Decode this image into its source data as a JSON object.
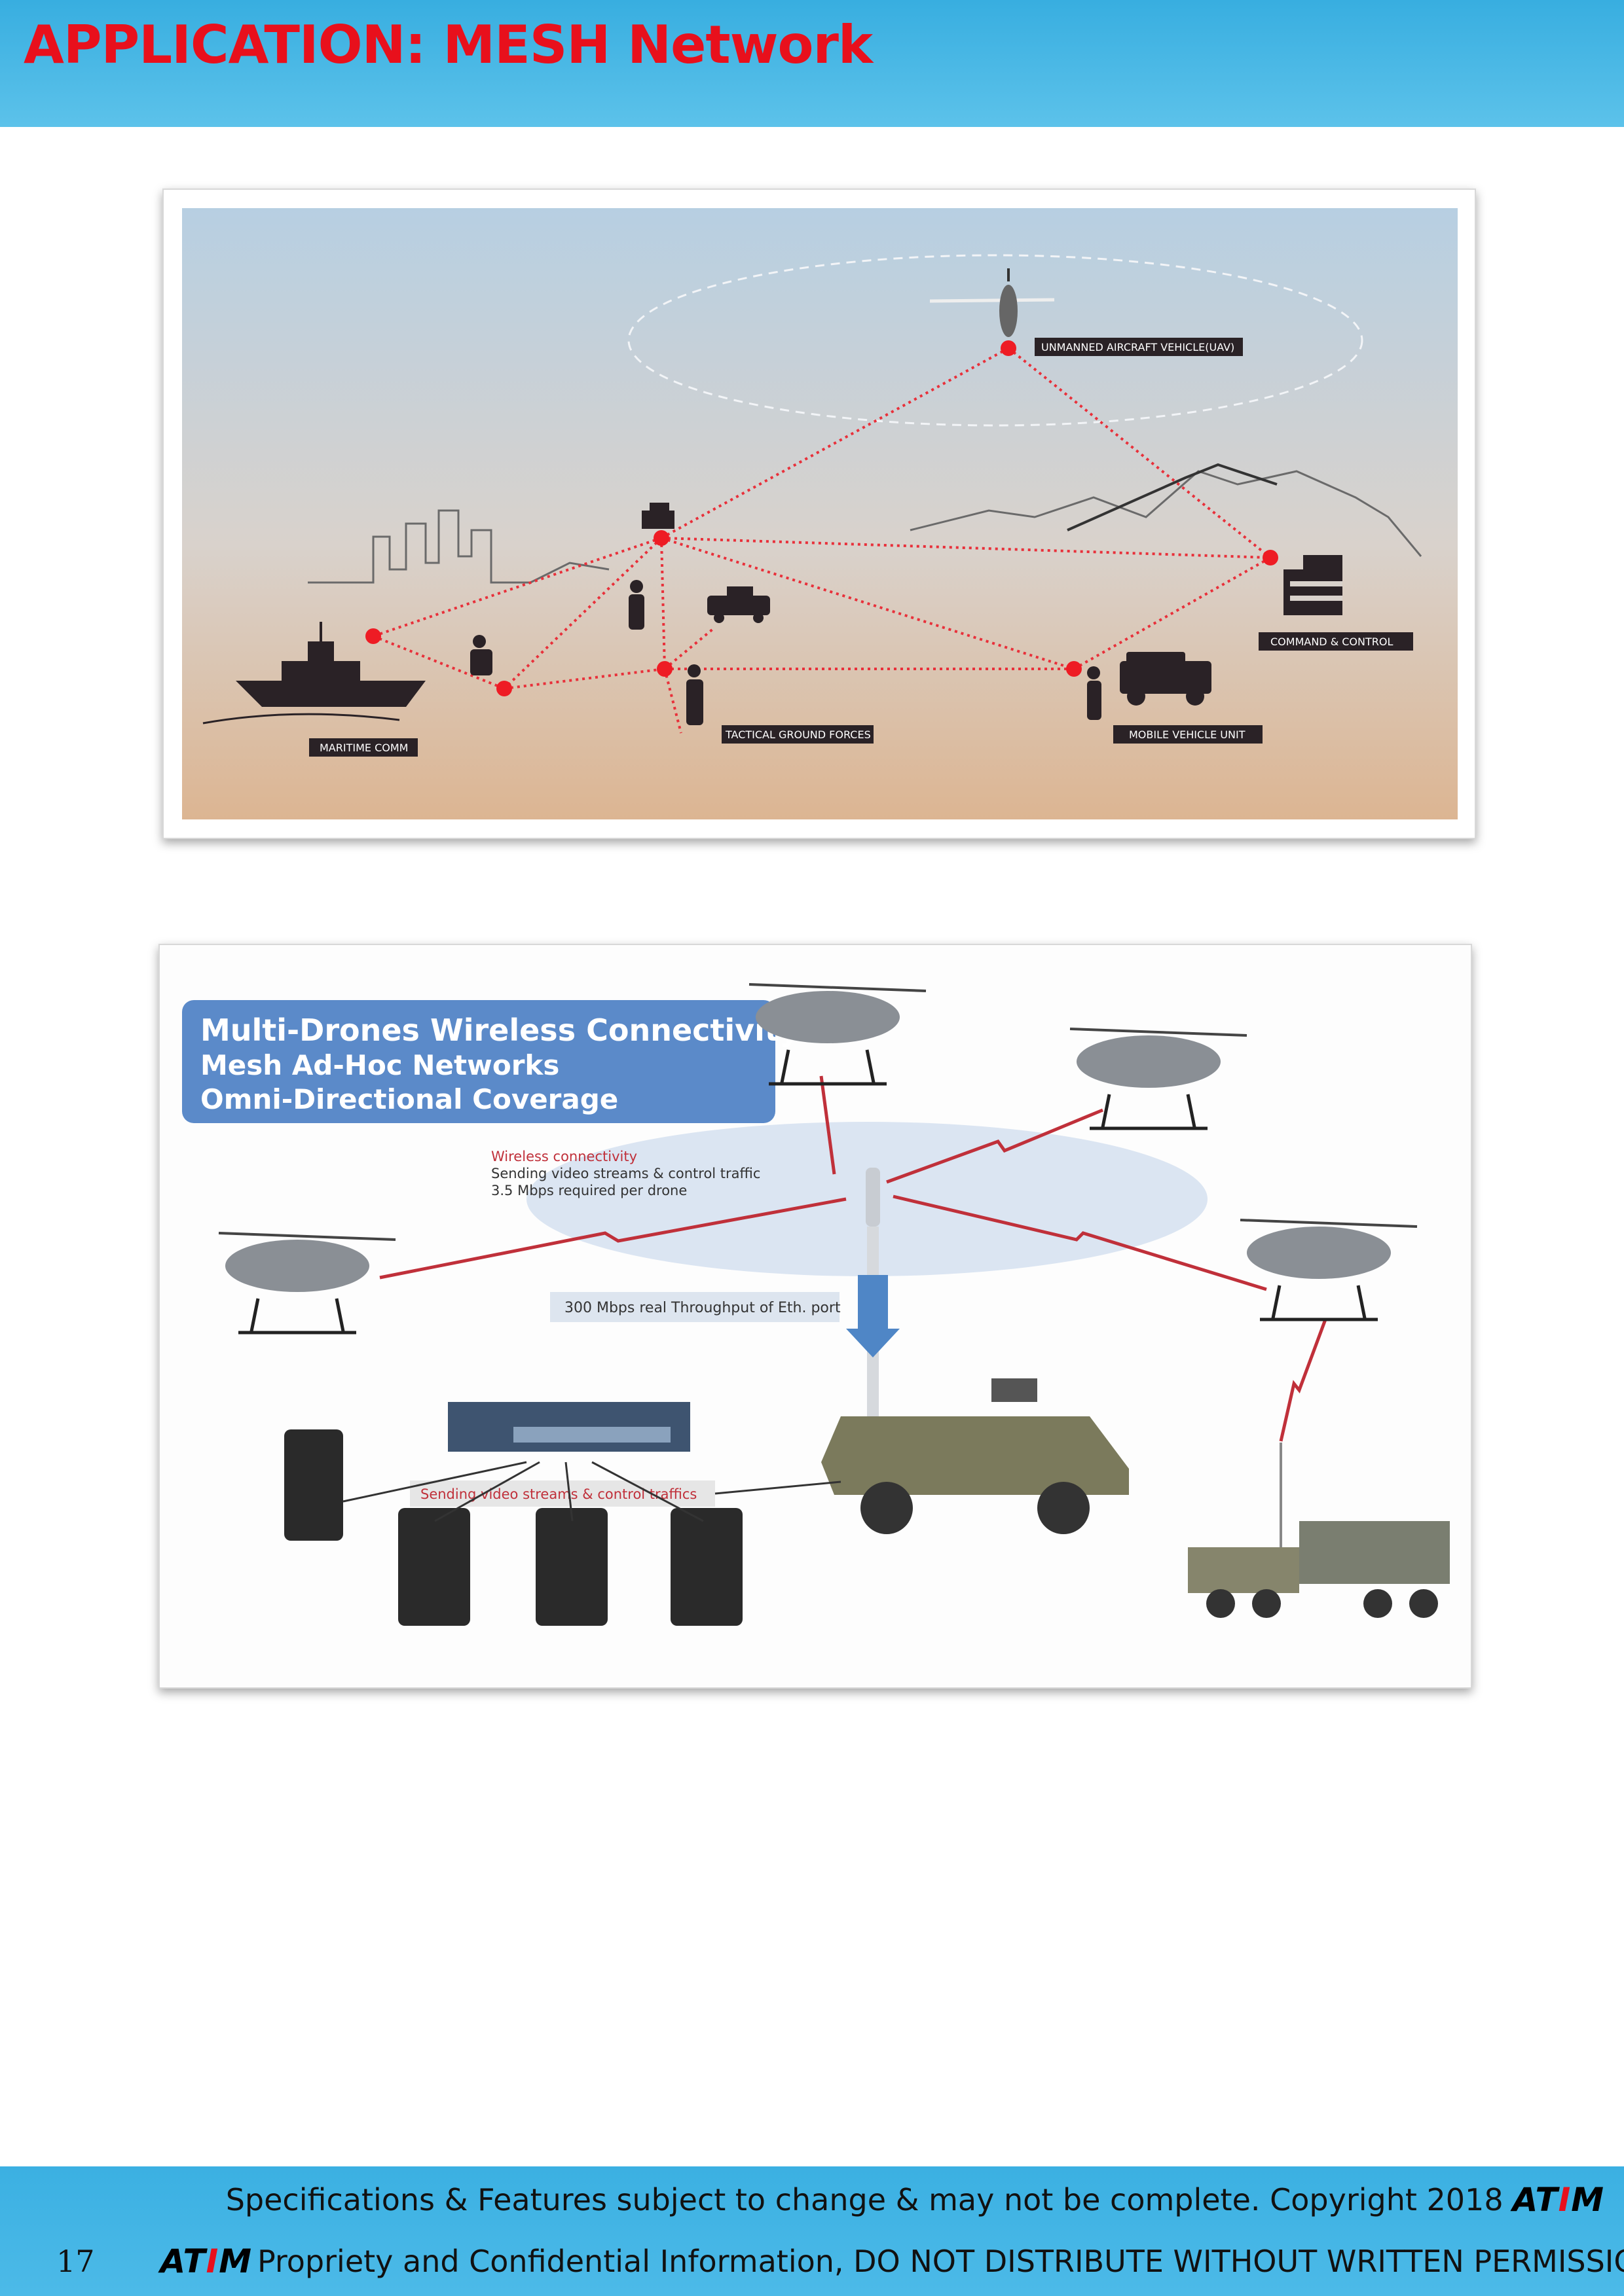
{
  "header": {
    "title": "APPLICATION: MESH Network"
  },
  "figure1": {
    "labels": {
      "uav": "UNMANNED AIRCRAFT VEHICLE(UAV)",
      "command": "COMMAND & CONTROL",
      "maritime": "MARITIME COMM",
      "tactical": "TACTICAL GROUND FORCES",
      "mobile": "MOBILE VEHICLE UNIT"
    },
    "colors": {
      "node": "#ee1c24",
      "link": "#e8303a",
      "label_bg": "#2a2226"
    }
  },
  "figure2": {
    "banner": {
      "line1": "Multi-Drones Wireless Connectivity",
      "line2": "Mesh Ad-Hoc Networks",
      "line3": "Omni-Directional Coverage"
    },
    "wireless": {
      "title": "Wireless connectivity",
      "line1": "Sending video streams & control traffic",
      "line2": "3.5 Mbps required per drone"
    },
    "throughput": "300 Mbps real Throughput of Eth. port",
    "sending": "Sending video streams & control traffics",
    "colors": {
      "banner": "#5b8ac9",
      "link": "#c0303a",
      "arrow": "#4f86c6"
    }
  },
  "footer": {
    "line1": "Specifications & Features subject to change & may not be complete. Copyright 2018",
    "logo_a": "AT",
    "logo_i": "I",
    "logo_m": "M",
    "page_number": "17",
    "line2": "Propriety and Confidential Information, DO NOT DISTRIBUTE WITHOUT WRITTEN PERMISSION"
  }
}
